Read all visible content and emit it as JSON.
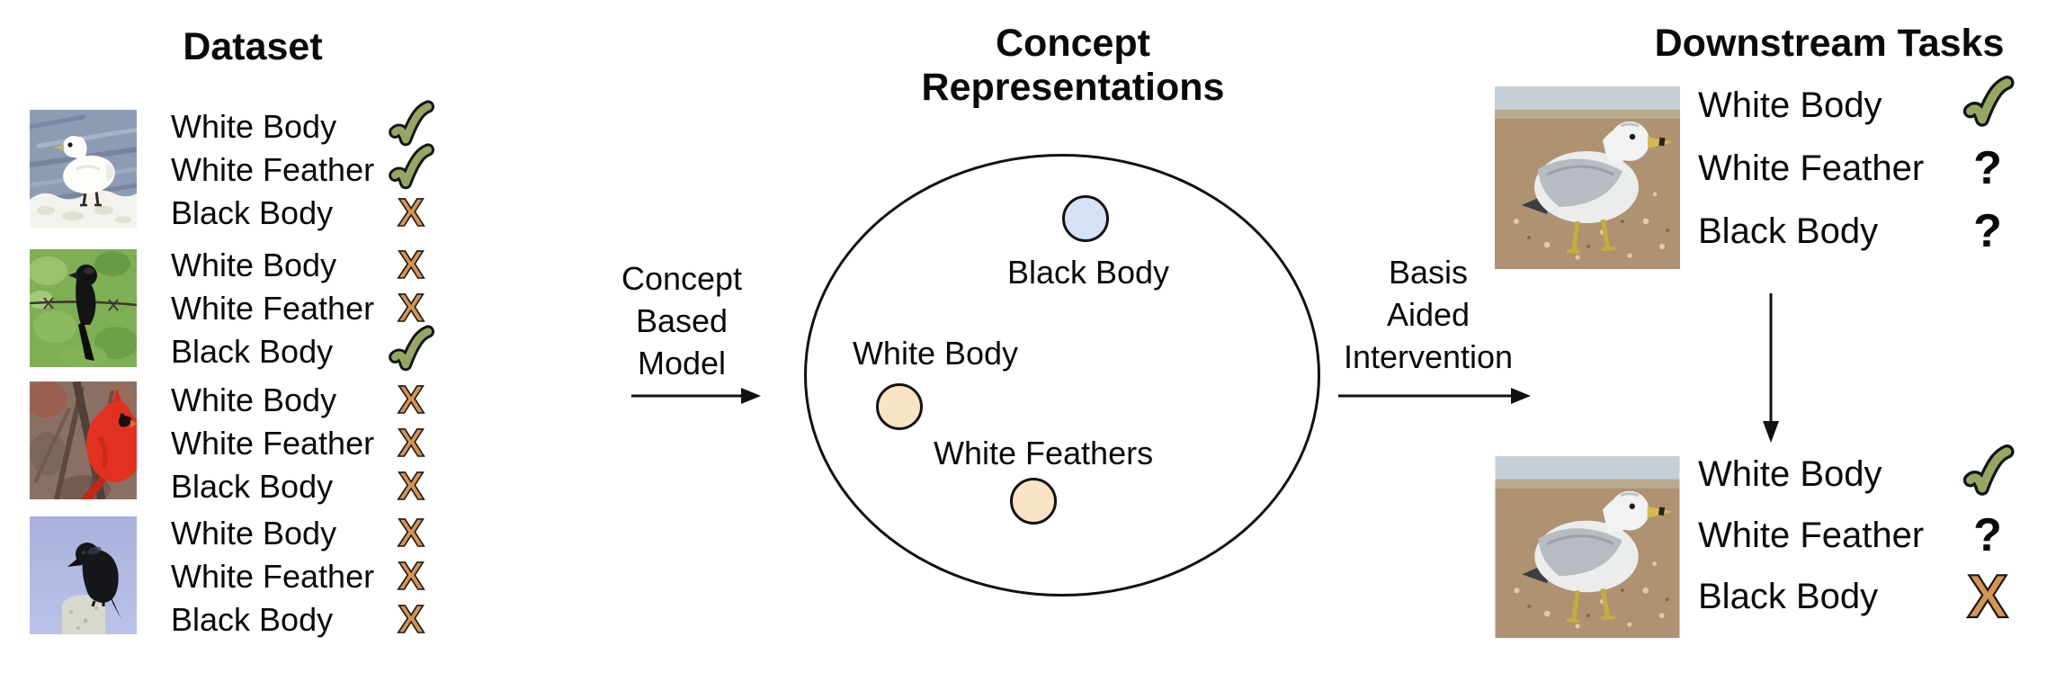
{
  "colors": {
    "check_fill": "#96a763",
    "cross_fill": "#d6944f",
    "outline": "#151515",
    "blue_dot": "#d5e1f6",
    "tan_dot": "#f8e3c3"
  },
  "icons": {
    "cross_glyph": "X",
    "question_glyph": "?"
  },
  "dataset": {
    "title": "Dataset",
    "rows": [
      {
        "image": "white-gull-on-snow",
        "labels": [
          {
            "text": "White Body",
            "mark": "check"
          },
          {
            "text": "White Feather",
            "mark": "check"
          },
          {
            "text": "Black Body",
            "mark": "cross"
          }
        ]
      },
      {
        "image": "black-bird-on-barbed-wire",
        "labels": [
          {
            "text": "White Body",
            "mark": "cross"
          },
          {
            "text": "White Feather",
            "mark": "cross"
          },
          {
            "text": "Black Body",
            "mark": "check"
          }
        ]
      },
      {
        "image": "red-cardinal-on-branch",
        "labels": [
          {
            "text": "White Body",
            "mark": "cross"
          },
          {
            "text": "White Feather",
            "mark": "cross"
          },
          {
            "text": "Black Body",
            "mark": "cross"
          }
        ]
      },
      {
        "image": "black-crow-on-post",
        "labels": [
          {
            "text": "White Body",
            "mark": "cross"
          },
          {
            "text": "White Feather",
            "mark": "cross"
          },
          {
            "text": "Black Body",
            "mark": "cross"
          }
        ]
      }
    ]
  },
  "concept_model_arrow": {
    "lines": [
      "Concept",
      "Based",
      "Model"
    ]
  },
  "concept_representations": {
    "title": "Concept Representations",
    "points": [
      {
        "label": "Black Body",
        "fill": "blue"
      },
      {
        "label": "White Body",
        "fill": "tan"
      },
      {
        "label": "White Feathers",
        "fill": "tan"
      }
    ]
  },
  "basis_arrow": {
    "lines": [
      "Basis",
      "Aided",
      "Intervention"
    ]
  },
  "downstream": {
    "title": "Downstream Tasks",
    "groups": [
      {
        "image": "seagull-on-beach",
        "labels": [
          {
            "text": "White Body",
            "mark": "check"
          },
          {
            "text": "White Feather",
            "mark": "question"
          },
          {
            "text": "Black Body",
            "mark": "question"
          }
        ]
      },
      {
        "image": "seagull-on-beach",
        "labels": [
          {
            "text": "White Body",
            "mark": "check"
          },
          {
            "text": "White Feather",
            "mark": "question"
          },
          {
            "text": "Black Body",
            "mark": "cross-large"
          }
        ]
      }
    ]
  }
}
